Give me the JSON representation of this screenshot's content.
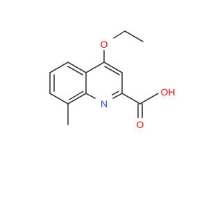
{
  "molecule": {
    "atom_labels": {
      "ether_oxygen": "O",
      "ring_nitrogen": "N",
      "hydroxyl": "OH",
      "carbonyl_oxygen": "O"
    }
  },
  "colors": {
    "bond": "#3a3a3a",
    "oxygen": "#ff0d0d",
    "nitrogen": "#3050f8",
    "background": "#ffffff"
  }
}
